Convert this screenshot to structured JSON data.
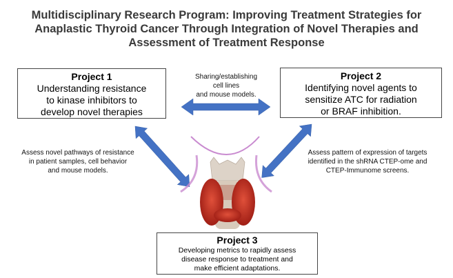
{
  "title": {
    "line1": "Multidisciplinary Research Program: Improving Treatment Strategies for",
    "line2": "Anaplastic Thyroid Cancer Through Integration of Novel Therapies and",
    "line3": "Assessment of Treatment Response"
  },
  "projects": [
    {
      "heading": "Project 1",
      "lines": [
        "Understanding resistance",
        "to kinase inhibitors to",
        "develop novel therapies"
      ]
    },
    {
      "heading": "Project 2",
      "lines": [
        "Identifying novel agents to",
        "sensitize ATC for radiation",
        "or BRAF inhibition."
      ]
    },
    {
      "heading": "Project 3",
      "lines": [
        "Developing metrics to rapidly assess",
        "disease response to treatment and",
        "make efficient adaptations."
      ]
    }
  ],
  "notes": {
    "sharing": [
      "Sharing/establishing",
      "cell lines",
      "and mouse models."
    ],
    "left": [
      "Assess novel pathways of resistance",
      "in patient samples, cell behavior",
      "and mouse models."
    ],
    "right": [
      "Assess pattern of expression of targets",
      "identified in the shRNA CTEP-ome and",
      "CTEP-Immunome screens."
    ]
  },
  "colors": {
    "arrow": "#4472c4",
    "thyroid": "#c0281e"
  }
}
